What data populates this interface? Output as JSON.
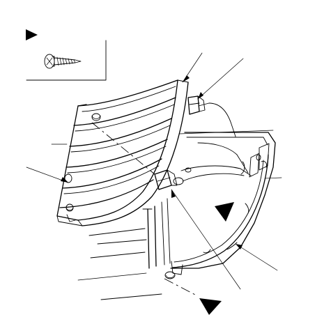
{
  "diagram": {
    "kind": "exploded-parts-illustration",
    "subject": "louvered-grille-panel-removal",
    "markers": [
      {
        "id": "fastener-legend-marker",
        "shape": "filled-triangle"
      },
      {
        "id": "clip-marker-center",
        "shape": "filled-triangle"
      },
      {
        "id": "clip-marker-bottom",
        "shape": "filled-triangle"
      }
    ],
    "legend": {
      "symbol": "filled-triangle",
      "part_icon": "tapping-screw-icon"
    },
    "leader_line_count": 9,
    "colors": {
      "ink": "#000000",
      "paper": "#ffffff"
    }
  }
}
